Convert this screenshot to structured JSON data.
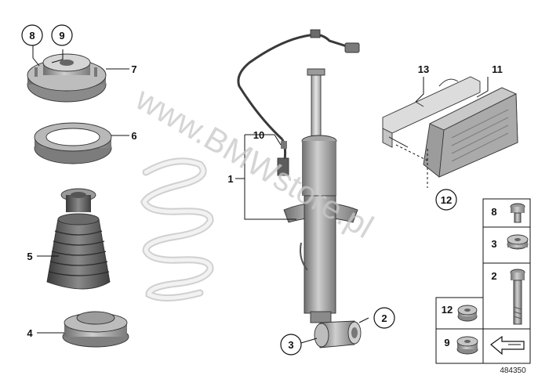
{
  "diagram": {
    "watermark": "www.BMWstore.pl",
    "reference_number": "484350",
    "callouts": {
      "c1": "1",
      "c2": "2",
      "c3": "3",
      "c4": "4",
      "c5": "5",
      "c6": "6",
      "c7": "7",
      "c8": "8",
      "c9": "9",
      "c10": "10",
      "c11": "11",
      "c12": "12",
      "c13": "13"
    },
    "legend": {
      "l8": "8",
      "l3": "3",
      "l2": "2",
      "l12": "12",
      "l9": "9"
    }
  }
}
